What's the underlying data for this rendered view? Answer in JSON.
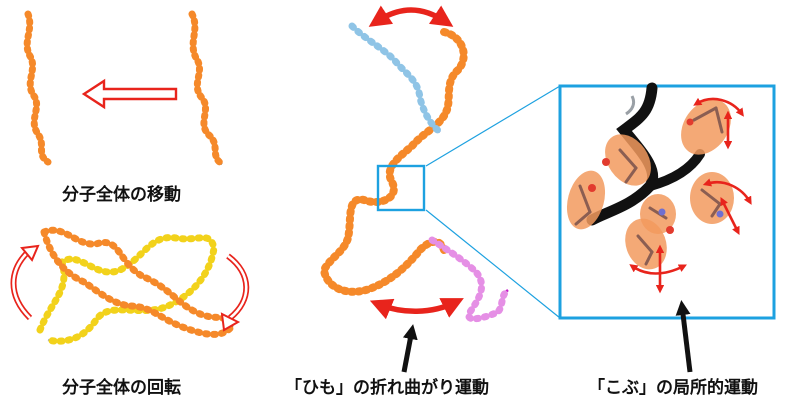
{
  "captions": {
    "translation": "分子全体の移動",
    "rotation": "分子全体の回転",
    "string_motion": "「ひも」の折れ曲がり運動",
    "knob_motion": "「こぶ」の局所的運動"
  },
  "colors": {
    "backbone": "#111111",
    "side_chain": "#f5892a",
    "side_chain_yellow": "#f2d21b",
    "chain_grey": "#a9b3bd",
    "chain_blue": "#1f2fb5",
    "chain_light_blue": "#8fc4e6",
    "chain_magenta": "#c81ec8",
    "arrow_red": "#e8241c",
    "zoom_frame": "#1da1e0",
    "knob_highlight": "#f29a5e"
  },
  "icons": {
    "translate_arrow": "hollow-left-arrow-icon",
    "rotate_arrows": "curved-rotation-arrow-icon",
    "bend_arrows": "double-headed-curved-arrow-icon",
    "pointer_arrows": "black-up-arrow-icon"
  }
}
